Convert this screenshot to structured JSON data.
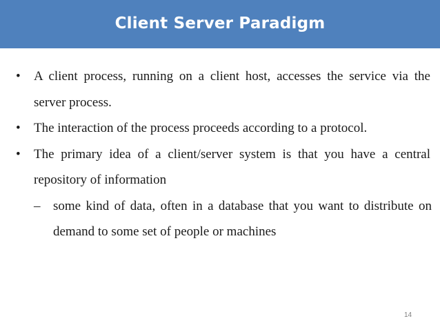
{
  "slide": {
    "title": "Client Server Paradigm",
    "bullets": [
      {
        "marker": "•",
        "text": "A client process, running on a client host, accesses the service via the server process."
      },
      {
        "marker": "•",
        "text": "The interaction of the process proceeds according to a protocol."
      },
      {
        "marker": "•",
        "text": "The primary idea of a client/server system is that you have a central repository of information"
      }
    ],
    "sub_bullets": [
      {
        "marker": "–",
        "text": "some kind of data, often in a database that you want to distribute on demand to some set of people or machines"
      }
    ],
    "page_number": "14"
  },
  "colors": {
    "title_bar": "#4f81bd",
    "title_text": "#ffffff",
    "body_text": "#1a1a1a",
    "page_number": "#7f7f7f"
  }
}
